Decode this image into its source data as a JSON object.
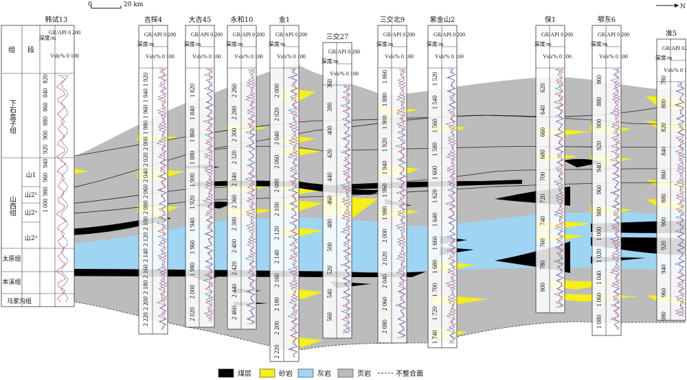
{
  "scale": {
    "zero": "0",
    "distance": "20 km"
  },
  "north": "N",
  "stratigraphy": {
    "col_group": "组",
    "col_member": "段",
    "col_depth": "深度/m",
    "col_gr": "GR/API 0 200",
    "col_vsh": "Vsh/% 0 100",
    "groups": [
      {
        "name": "下石盒子组"
      },
      {
        "name": "山西组"
      },
      {
        "name": "太原组"
      },
      {
        "name": "本溪组"
      },
      {
        "name": "马家沟组"
      }
    ],
    "members": [
      "山1",
      "山2¹",
      "山2²",
      "山2³"
    ]
  },
  "wells": [
    {
      "name": "韩试13",
      "depths": [
        "820",
        "840",
        "860",
        "880",
        "900",
        "920",
        "940",
        "960",
        "980",
        "1 000"
      ]
    },
    {
      "name": "吉探4",
      "depths": [
        "1 920",
        "1 940",
        "1 960",
        "1 980",
        "2 000",
        "2 020",
        "2 040",
        "2 060",
        "2 080",
        "2 100",
        "2 120",
        "2 140",
        "2 160",
        "2 180",
        "2 200",
        "2 220"
      ]
    },
    {
      "name": "大吉45",
      "depths": [
        "1 820",
        "1 840",
        "1 860",
        "1 880",
        "1 900",
        "1 920",
        "1 940",
        "1 960",
        "1 980",
        "2 000",
        "2 020"
      ]
    },
    {
      "name": "永和10",
      "depths": [
        "2 260",
        "2 280",
        "2 300",
        "2 320",
        "2 340",
        "2 360",
        "2 380",
        "2 400",
        "2 420",
        "2 440",
        "2 460"
      ]
    },
    {
      "name": "金1",
      "depths": [
        "2 000",
        "2 020",
        "2 040",
        "2 060",
        "2 080",
        "2 100",
        "2 120",
        "2 140",
        "2 160",
        "2 180",
        "2 200",
        "2 220"
      ]
    },
    {
      "name": "三交27",
      "depths": [
        "360",
        "380",
        "400",
        "420",
        "440",
        "460",
        "480",
        "500",
        "520",
        "540",
        "560"
      ]
    },
    {
      "name": "三交北9",
      "depths": [
        "1 860",
        "1 880",
        "1 900",
        "1 920",
        "1 940",
        "1 960",
        "1 980",
        "2 000",
        "2 020",
        "2 040",
        "2 060",
        "2 080"
      ]
    },
    {
      "name": "紫金山2",
      "depths": [
        "1 520",
        "1 540",
        "1 560",
        "1 580",
        "1 600",
        "1 620",
        "1 640",
        "1 660",
        "1 680",
        "1 700",
        "1 720",
        "1 740"
      ]
    },
    {
      "name": "保1",
      "depths": [
        "620",
        "640",
        "660",
        "680",
        "700",
        "720",
        "740",
        "760",
        "780",
        "800"
      ]
    },
    {
      "name": "鄂东6",
      "depths": [
        "860",
        "880",
        "900",
        "920",
        "940",
        "960",
        "980",
        "1 000",
        "1 020",
        "1 040",
        "1 060",
        "1 080"
      ]
    },
    {
      "name": "准5",
      "depths": [
        "780",
        "800",
        "820",
        "840",
        "860",
        "880",
        "900",
        "920",
        "940",
        "960",
        "980"
      ]
    }
  ],
  "legend": [
    {
      "label": "煤层",
      "color": "#000000"
    },
    {
      "label": "砂岩",
      "color": "#f5ef1a"
    },
    {
      "label": "灰岩",
      "color": "#9fd4f2"
    },
    {
      "label": "页岩",
      "color": "#bcbcbc"
    },
    {
      "label": "不整合面",
      "color": "#333333"
    }
  ]
}
